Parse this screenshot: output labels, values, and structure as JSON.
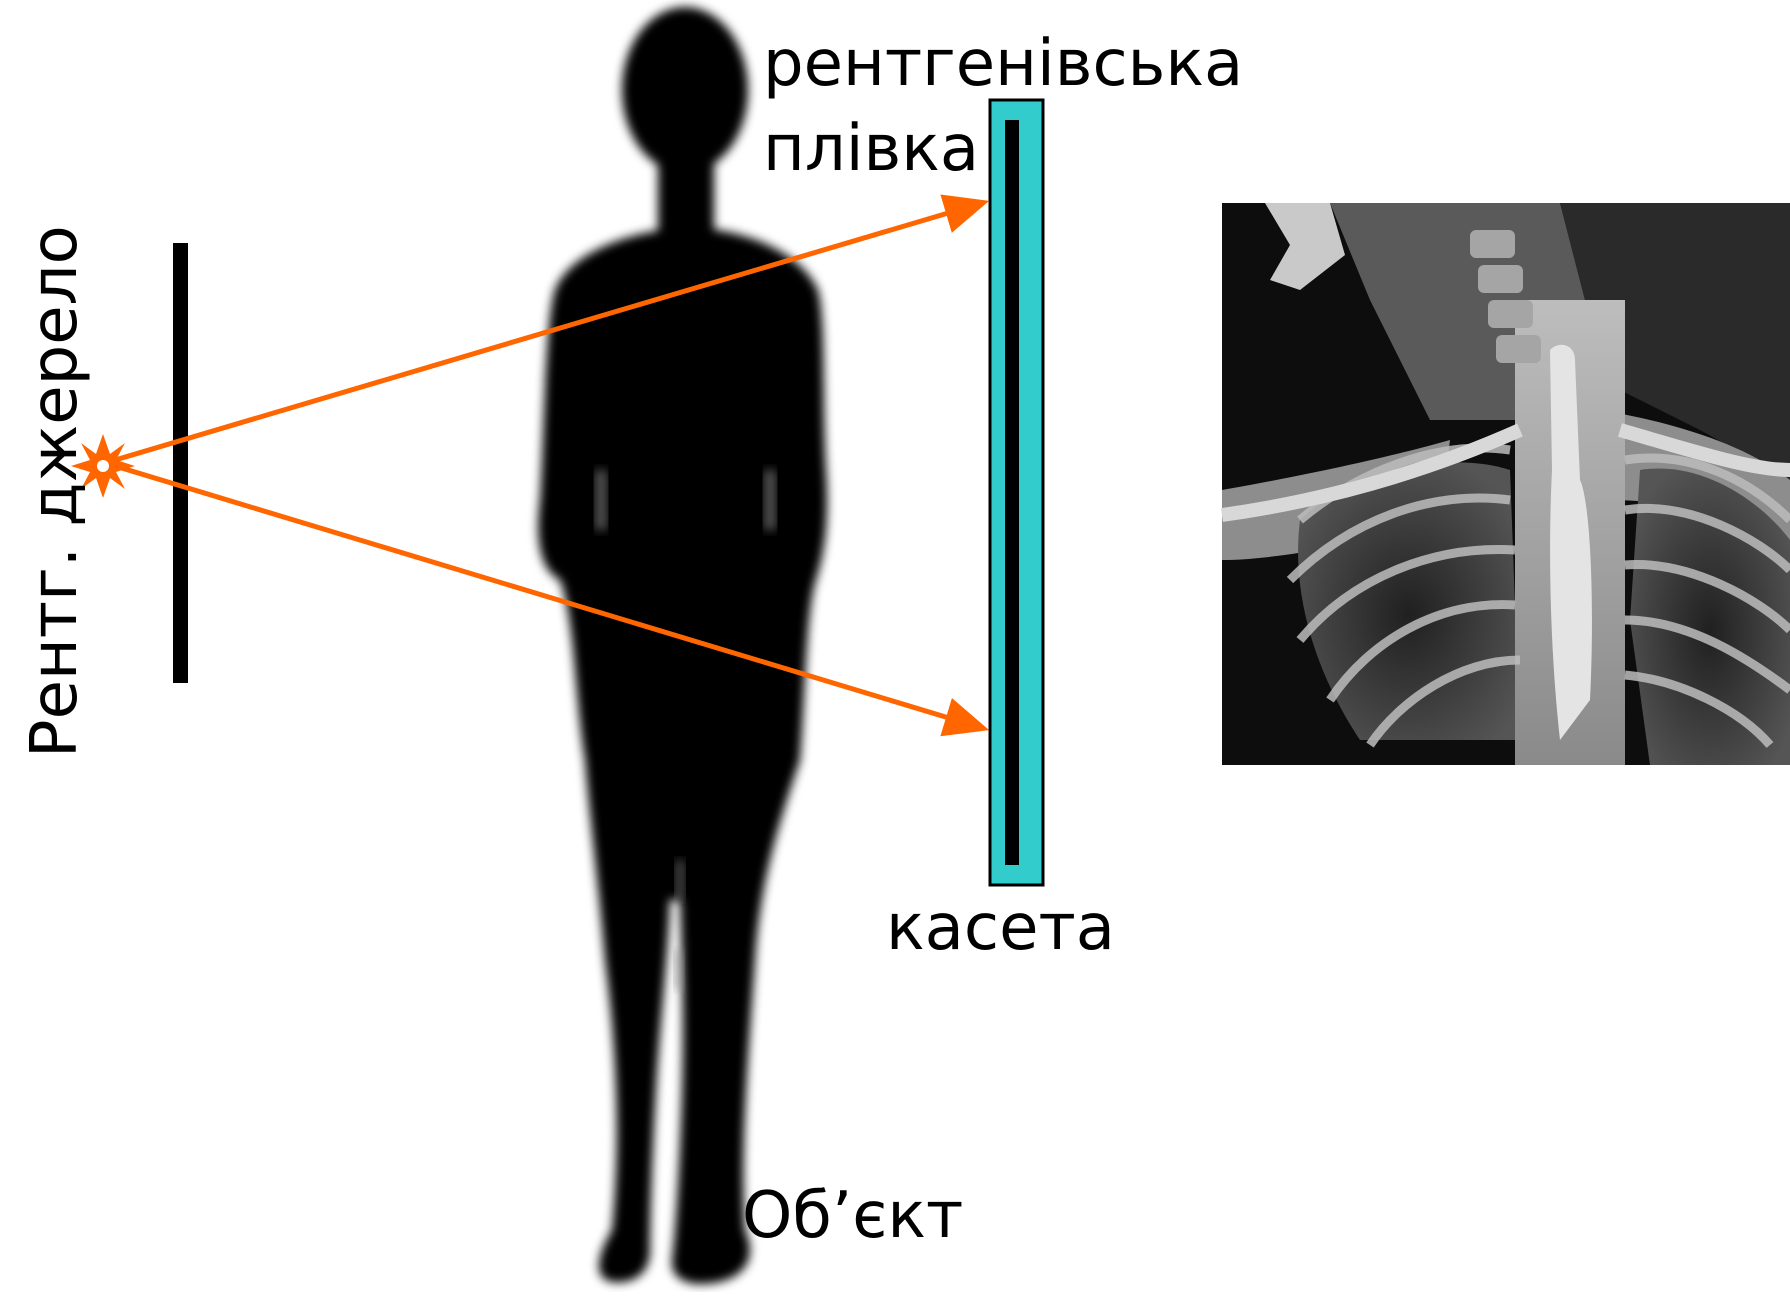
{
  "labels": {
    "xray_source": "Рентг. джерело",
    "film_line1": "рентгенівська",
    "film_line2": "плівка",
    "cassette": "касета",
    "object": "Об’єкт"
  },
  "colors": {
    "ray": "#FF6600",
    "cassette": "#33CCCC",
    "silhouette": "#000000",
    "film": "#000000"
  },
  "icons": {
    "source": "starburst-icon",
    "subject": "human-silhouette-icon",
    "radiograph": "chest-xray-image"
  }
}
